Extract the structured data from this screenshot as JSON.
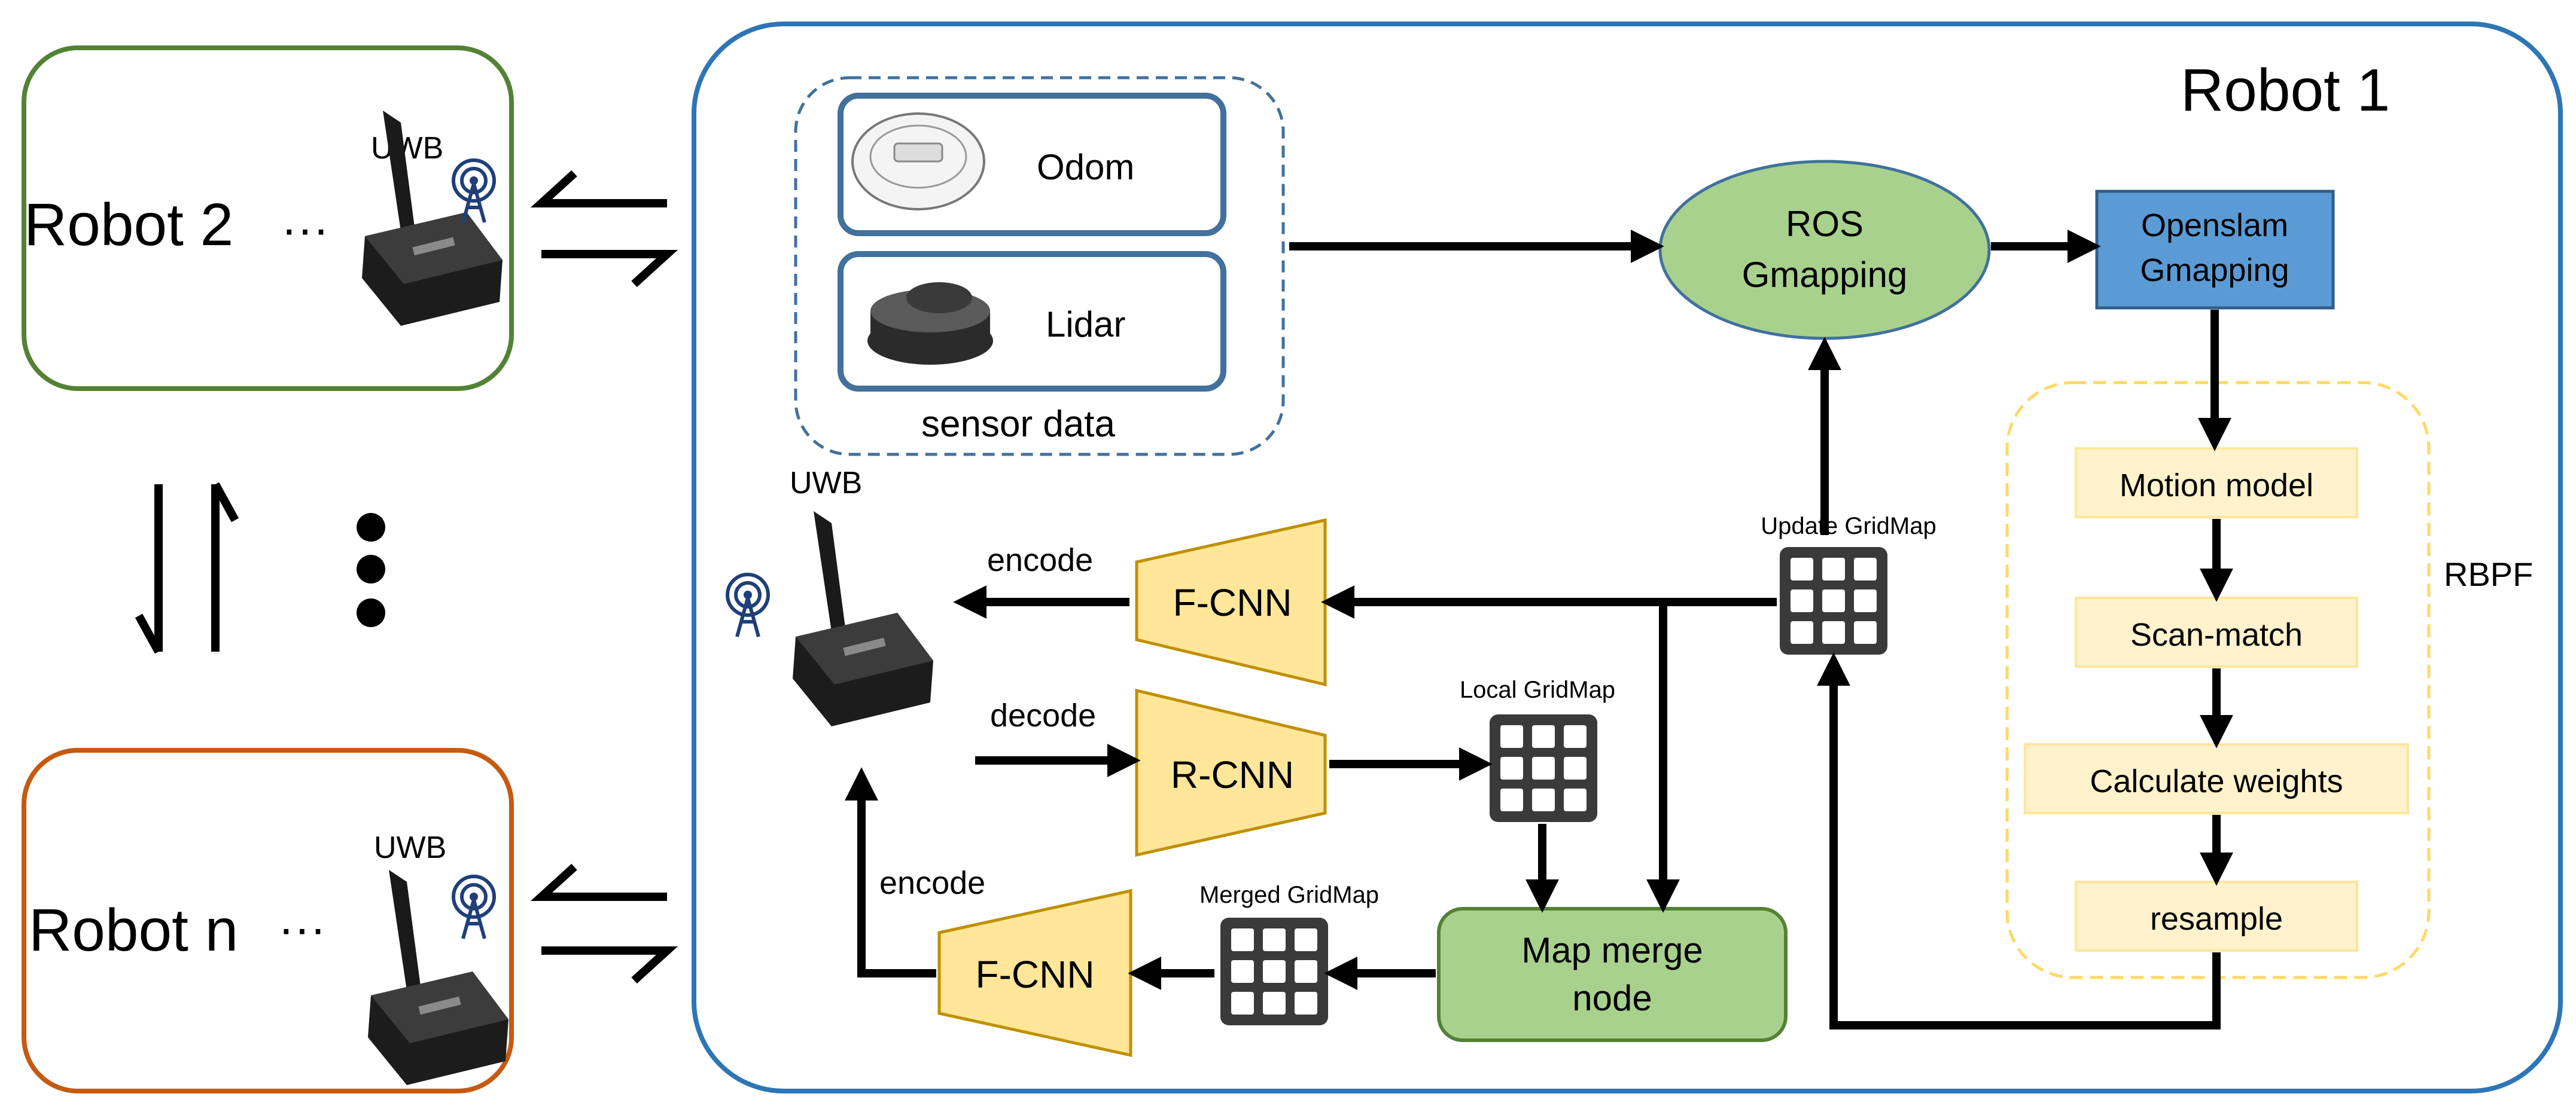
{
  "robots": {
    "robot1": "Robot 1",
    "robot2": "Robot 2",
    "robotn": "Robot n",
    "ellipsis": "···"
  },
  "uwb_label": "UWB",
  "sensors": {
    "group_label": "sensor data",
    "odom": "Odom",
    "lidar": "Lidar"
  },
  "ros_gmapping": [
    "ROS",
    "Gmapping"
  ],
  "openslam_gmapping": [
    "Openslam",
    "Gmapping"
  ],
  "rbpf": {
    "label": "RBPF",
    "steps": [
      "Motion model",
      "Scan-match",
      "Calculate weights",
      "resample"
    ]
  },
  "networks": {
    "fcnn_top": "F-CNN",
    "rcnn": "R-CNN",
    "fcnn_bottom": "F-CNN"
  },
  "edge_labels": {
    "encode_top": "encode",
    "decode": "decode",
    "encode_bottom": "encode"
  },
  "gridmaps": {
    "update": "Update GridMap",
    "local": "Local GridMap",
    "merged": "Merged GridMap"
  },
  "map_merge": [
    "Map merge",
    "node"
  ],
  "colors": {
    "robot1_border": "#2e75b6",
    "robot2_border": "#548235",
    "robotn_border": "#c55a11",
    "sensor_border": "#41719c",
    "ros_fill": "#a9d18e",
    "openslam_fill": "#5b9bd5",
    "rbpf_step_fill": "#fff2cc",
    "rbpf_border": "#ffd966",
    "cnn_fill": "#ffe699",
    "cnn_border": "#bf9000"
  }
}
